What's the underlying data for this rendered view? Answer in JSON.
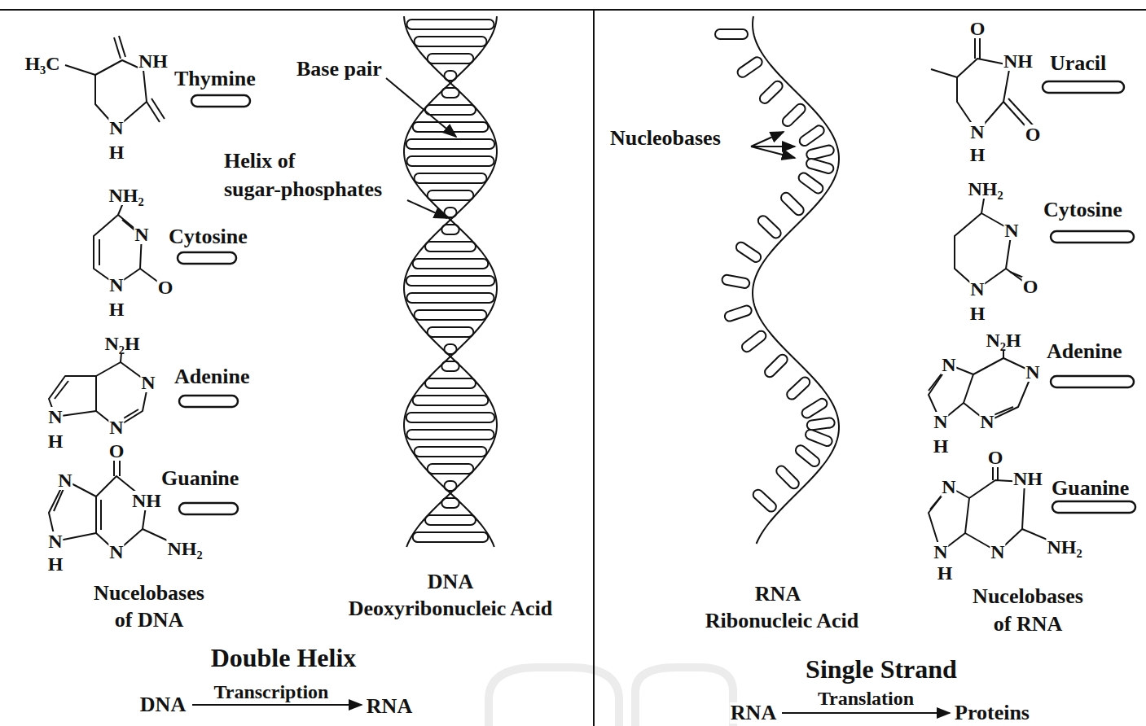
{
  "diagram": {
    "labels": [
      "H₃C",
      "NH",
      "Thymine",
      "N",
      "H",
      "NH₂",
      "N",
      "Cytosine",
      "N",
      "H",
      "O",
      "N₂H",
      "N",
      "Adenine",
      "N",
      "H",
      "N",
      "O",
      "N",
      "Guanine",
      "NH",
      "N",
      "H",
      "N",
      "NH₂",
      "Nucelobases",
      "of DNA",
      "Base pair",
      "Helix of",
      "sugar-phosphates",
      "DNA",
      "Deoxyribonucleic Acid",
      "Double Helix",
      "DNA",
      "Transcription",
      "RNA",
      "O",
      "NH",
      "Uracil",
      "N",
      "H",
      "O",
      "NH₂",
      "Cytosine",
      "N",
      "N",
      "H",
      "O",
      "N₂H",
      "Adenine",
      "N",
      "N",
      "N",
      "H",
      "N",
      "O",
      "NH",
      "Guanine",
      "N",
      "N",
      "H",
      "N",
      "NH₂",
      "Nucleobases",
      "RNA",
      "Ribonucleic Acid",
      "Nucelobases",
      "of RNA",
      "Single Strand",
      "RNA",
      "Translation",
      "Proteins"
    ]
  }
}
